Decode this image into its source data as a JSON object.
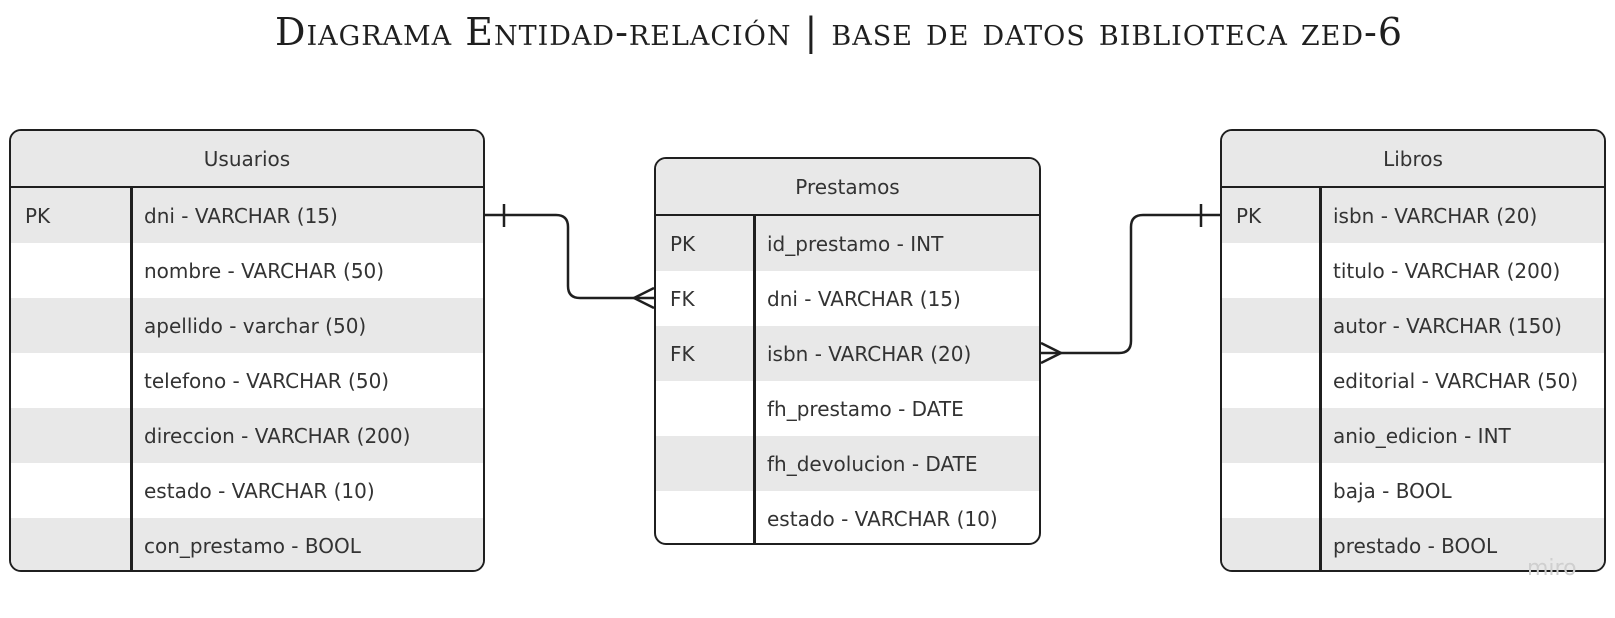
{
  "title": "Diagrama Entidad-relación | base de datos biblioteca zed-6",
  "entities": {
    "usuarios": {
      "name": "Usuarios",
      "rows": [
        {
          "key": "PK",
          "field": "dni - VARCHAR (15)"
        },
        {
          "key": "",
          "field": "nombre - VARCHAR (50)"
        },
        {
          "key": "",
          "field": "apellido - varchar (50)"
        },
        {
          "key": "",
          "field": "telefono - VARCHAR (50)"
        },
        {
          "key": "",
          "field": "direccion - VARCHAR (200)"
        },
        {
          "key": "",
          "field": "estado - VARCHAR (10)"
        },
        {
          "key": "",
          "field": "con_prestamo - BOOL"
        }
      ]
    },
    "prestamos": {
      "name": "Prestamos",
      "rows": [
        {
          "key": "PK",
          "field": "id_prestamo - INT"
        },
        {
          "key": "FK",
          "field": "dni - VARCHAR (15)"
        },
        {
          "key": "FK",
          "field": "isbn - VARCHAR (20)"
        },
        {
          "key": "",
          "field": "fh_prestamo - DATE"
        },
        {
          "key": "",
          "field": "fh_devolucion - DATE"
        },
        {
          "key": "",
          "field": "estado - VARCHAR (10)"
        }
      ]
    },
    "libros": {
      "name": "Libros",
      "rows": [
        {
          "key": "PK",
          "field": "isbn - VARCHAR (20)"
        },
        {
          "key": "",
          "field": "titulo - VARCHAR (200)"
        },
        {
          "key": "",
          "field": "autor - VARCHAR (150)"
        },
        {
          "key": "",
          "field": "editorial - VARCHAR (50)"
        },
        {
          "key": "",
          "field": "anio_edicion - INT"
        },
        {
          "key": "",
          "field": "baja - BOOL"
        },
        {
          "key": "",
          "field": "prestado - BOOL"
        }
      ]
    }
  },
  "relationships": [
    {
      "from": "Usuarios",
      "from_cardinality": "one",
      "to": "Prestamos",
      "to_cardinality": "many"
    },
    {
      "from": "Libros",
      "from_cardinality": "one",
      "to": "Prestamos",
      "to_cardinality": "many"
    }
  ],
  "colors": {
    "border": "#1f1f1f",
    "header_bg": "#e8e8e8",
    "stripe_bg": "#e8e8e8",
    "text": "#333333",
    "watermark": "#cfcfcf"
  },
  "watermark": "miro"
}
